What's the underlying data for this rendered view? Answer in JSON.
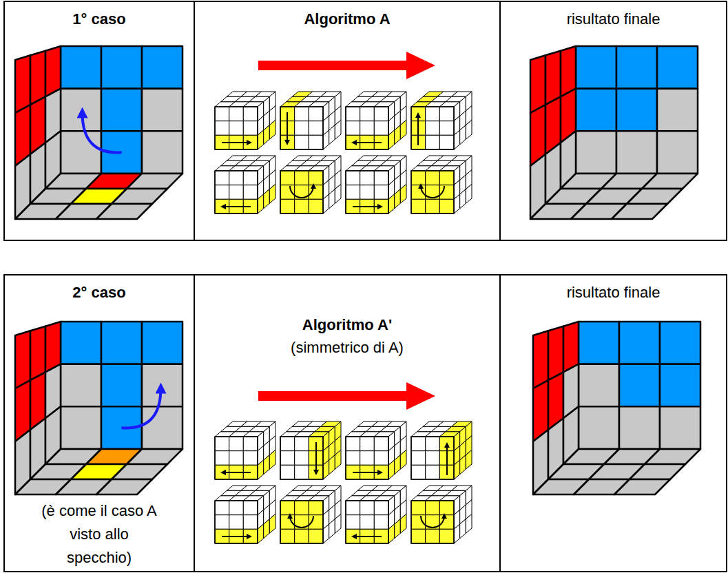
{
  "diagram": {
    "nodes": [
      {
        "text": [
          "1° caso"
        ]
      },
      {
        "text": [
          "Algoritmo A"
        ]
      },
      {
        "text": [
          "risultato finale"
        ]
      },
      {
        "text": [
          "2° caso",
          "(è come il caso A visto allo specchio)"
        ]
      },
      {
        "text": [
          "Algoritmo A'",
          "(simmetrico di A)"
        ]
      },
      {
        "text": [
          "risultato finale"
        ]
      }
    ]
  }
}
